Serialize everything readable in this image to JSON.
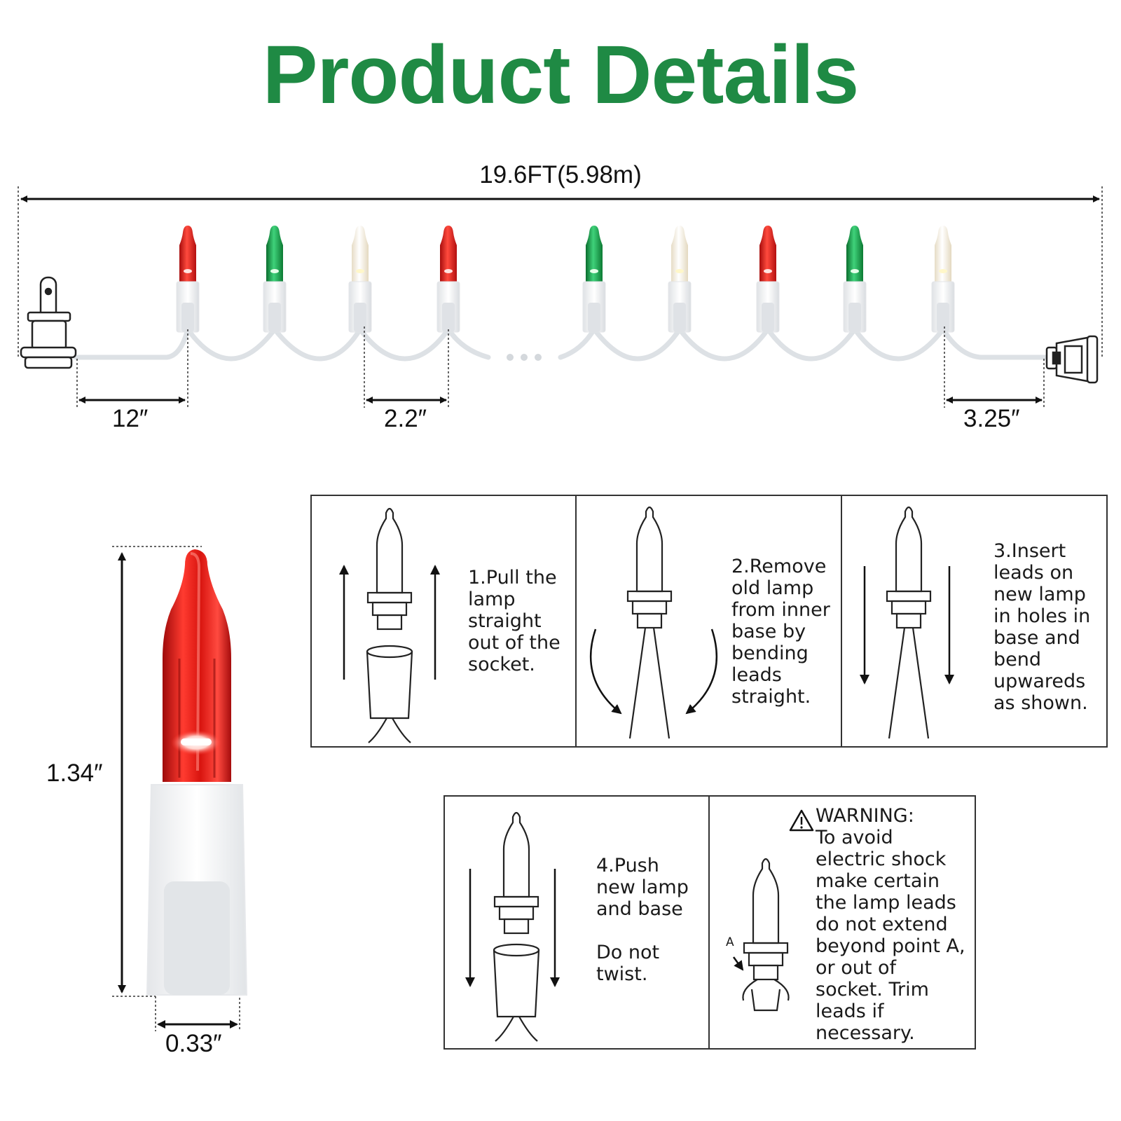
{
  "title": "Product Details",
  "colors": {
    "title": "#1f8a44",
    "red_bulb": "#e0241c",
    "green_bulb": "#12a346",
    "clear_bulb": "#f6efe0",
    "wire": "#e9ecef",
    "socket": "#f4f5f6"
  },
  "string_diagram": {
    "total_length_label": "19.6FT(5.98m)",
    "lead_length_label": "12″",
    "bulb_spacing_label": "2.2″",
    "tail_length_label": "3.25″",
    "continuation_marker": "···",
    "bulbs": [
      "red",
      "green",
      "clear",
      "red",
      "green",
      "clear",
      "red",
      "green",
      "clear"
    ],
    "icons": [
      "plug-icon",
      "end-connector-icon"
    ]
  },
  "bulb_detail": {
    "height_label": "1.34″",
    "width_label": "0.33″"
  },
  "steps": [
    {
      "text": "1.Pull the\nlamp\nstraight\nout of the\nsocket."
    },
    {
      "text": "2.Remove\nold lamp\nfrom inner\nbase by\nbending\nleads\nstraight."
    },
    {
      "text": "3.Insert\nleads on\nnew lamp\nin holes in\nbase and\nbend\nupwareds\nas shown."
    },
    {
      "text": "4.Push\nnew lamp\nand base\n\nDo not\ntwist."
    }
  ],
  "warning": {
    "icon": "warning-triangle-icon",
    "title": "WARNING:",
    "text": "To avoid\nelectric shock\nmake certain\nthe lamp leads\ndo not extend\nbeyond point A,\nor out of\nsocket. Trim\nleads if\nnecessary.",
    "point_label": "A"
  }
}
